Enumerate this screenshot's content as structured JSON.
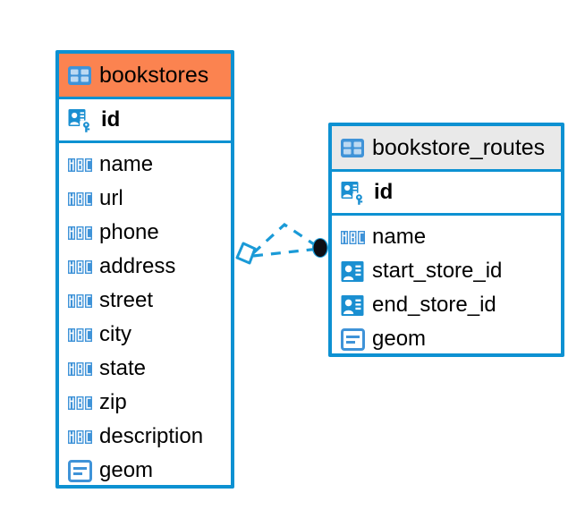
{
  "diagram": {
    "type": "entity-relationship-diagram",
    "background_color": "#ffffff",
    "accent_color": "#0d91d2",
    "highlight_color": "#fb8350",
    "header_grey": "#e9e9e9"
  },
  "entities": [
    {
      "name": "bookstores",
      "header_style": "orange",
      "primary_key": {
        "label": "id",
        "icon": "primary-key-icon"
      },
      "fields": [
        {
          "label": "name",
          "icon": "abc-text-icon"
        },
        {
          "label": "url",
          "icon": "abc-text-icon"
        },
        {
          "label": "phone",
          "icon": "abc-text-icon"
        },
        {
          "label": "address",
          "icon": "abc-text-icon"
        },
        {
          "label": "street",
          "icon": "abc-text-icon"
        },
        {
          "label": "city",
          "icon": "abc-text-icon"
        },
        {
          "label": "state",
          "icon": "abc-text-icon"
        },
        {
          "label": "zip",
          "icon": "abc-text-icon"
        },
        {
          "label": "description",
          "icon": "abc-text-icon"
        },
        {
          "label": "geom",
          "icon": "geometry-icon"
        }
      ]
    },
    {
      "name": "bookstore_routes",
      "header_style": "grey",
      "primary_key": {
        "label": "id",
        "icon": "primary-key-icon"
      },
      "fields": [
        {
          "label": "name",
          "icon": "abc-text-icon"
        },
        {
          "label": "start_store_id",
          "icon": "foreign-key-icon"
        },
        {
          "label": "end_store_id",
          "icon": "foreign-key-icon"
        },
        {
          "label": "geom",
          "icon": "geometry-icon"
        }
      ]
    }
  ],
  "relationship": {
    "from_entity": "bookstores",
    "to_entity": "bookstore_routes",
    "line_style": "dashed",
    "line_color": "#1a9ad7",
    "source_marker": "diamond-outline",
    "target_marker": "filled-circle",
    "target_marker_color": "#0d0d14"
  }
}
